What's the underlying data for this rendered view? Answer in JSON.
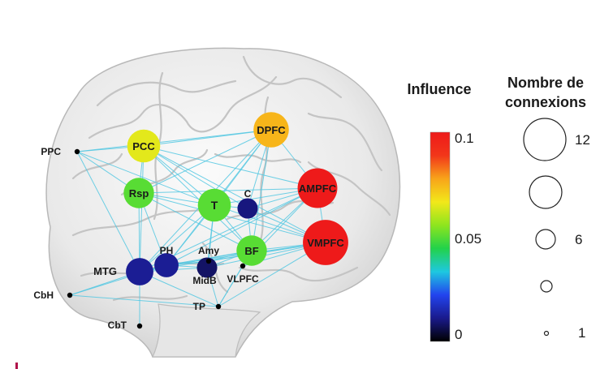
{
  "legend": {
    "influence_title": "Influence",
    "influence_ticks": [
      "0.1",
      "0.05",
      "0"
    ],
    "connections_title_line1": "Nombre de",
    "connections_title_line2": "connexions",
    "connections_ticks": [
      "12",
      "6",
      "1"
    ],
    "colormap": [
      "#000000",
      "#1a1a8c",
      "#2244ee",
      "#1ec8e0",
      "#22d24a",
      "#8ee51e",
      "#f2e81a",
      "#f8a41a",
      "#f2361a",
      "#ee1a1a"
    ]
  },
  "nodes": [
    {
      "id": "PCC",
      "label": "PCC",
      "influence": 0.065,
      "connections": 6
    },
    {
      "id": "DPFC",
      "label": "DPFC",
      "influence": 0.075,
      "connections": 7
    },
    {
      "id": "PPC",
      "label": "PPC",
      "influence": 0.0,
      "connections": 1
    },
    {
      "id": "Rsp",
      "label": "Rsp",
      "influence": 0.05,
      "connections": 5
    },
    {
      "id": "T",
      "label": "T",
      "influence": 0.05,
      "connections": 6
    },
    {
      "id": "C",
      "label": "C",
      "influence": 0.01,
      "connections": 2
    },
    {
      "id": "AMPFC",
      "label": "AMPFC",
      "influence": 0.1,
      "connections": 9
    },
    {
      "id": "VMPFC",
      "label": "VMPFC",
      "influence": 0.1,
      "connections": 12
    },
    {
      "id": "BF",
      "label": "BF",
      "influence": 0.05,
      "connections": 5
    },
    {
      "id": "PH",
      "label": "PH",
      "influence": 0.012,
      "connections": 3
    },
    {
      "id": "Amy",
      "label": "Amy",
      "influence": 0.0,
      "connections": 1
    },
    {
      "id": "MidB",
      "label": "MidB",
      "influence": 0.008,
      "connections": 2
    },
    {
      "id": "VLPFC",
      "label": "VLPFC",
      "influence": 0.0,
      "connections": 1
    },
    {
      "id": "MTG",
      "label": "MTG",
      "influence": 0.012,
      "connections": 4
    },
    {
      "id": "CbH",
      "label": "CbH",
      "influence": 0.0,
      "connections": 1
    },
    {
      "id": "TP",
      "label": "TP",
      "influence": 0.0,
      "connections": 1
    },
    {
      "id": "CbT",
      "label": "CbT",
      "influence": 0.0,
      "connections": 1
    }
  ],
  "edges": [
    [
      "PPC",
      "PCC"
    ],
    [
      "PPC",
      "Rsp"
    ],
    [
      "PPC",
      "T"
    ],
    [
      "PPC",
      "MTG"
    ],
    [
      "PPC",
      "DPFC"
    ],
    [
      "PCC",
      "DPFC"
    ],
    [
      "PCC",
      "Rsp"
    ],
    [
      "PCC",
      "T"
    ],
    [
      "PCC",
      "AMPFC"
    ],
    [
      "PCC",
      "C"
    ],
    [
      "PCC",
      "BF"
    ],
    [
      "PCC",
      "MTG"
    ],
    [
      "PCC",
      "VMPFC"
    ],
    [
      "DPFC",
      "Rsp"
    ],
    [
      "DPFC",
      "T"
    ],
    [
      "DPFC",
      "C"
    ],
    [
      "DPFC",
      "BF"
    ],
    [
      "DPFC",
      "PH"
    ],
    [
      "DPFC",
      "AMPFC"
    ],
    [
      "DPFC",
      "MTG"
    ],
    [
      "Rsp",
      "T"
    ],
    [
      "Rsp",
      "AMPFC"
    ],
    [
      "Rsp",
      "MTG"
    ],
    [
      "Rsp",
      "PH"
    ],
    [
      "Rsp",
      "BF"
    ],
    [
      "Rsp",
      "VMPFC"
    ],
    [
      "T",
      "C"
    ],
    [
      "T",
      "AMPFC"
    ],
    [
      "T",
      "VMPFC"
    ],
    [
      "T",
      "BF"
    ],
    [
      "T",
      "PH"
    ],
    [
      "T",
      "MTG"
    ],
    [
      "T",
      "Amy"
    ],
    [
      "T",
      "MidB"
    ],
    [
      "C",
      "AMPFC"
    ],
    [
      "C",
      "VMPFC"
    ],
    [
      "C",
      "BF"
    ],
    [
      "AMPFC",
      "BF"
    ],
    [
      "AMPFC",
      "VMPFC"
    ],
    [
      "AMPFC",
      "MTG"
    ],
    [
      "AMPFC",
      "PH"
    ],
    [
      "AMPFC",
      "VLPFC"
    ],
    [
      "VMPFC",
      "BF"
    ],
    [
      "VMPFC",
      "MTG"
    ],
    [
      "VMPFC",
      "PH"
    ],
    [
      "VMPFC",
      "Amy"
    ],
    [
      "VMPFC",
      "MidB"
    ],
    [
      "VMPFC",
      "VLPFC"
    ],
    [
      "VMPFC",
      "TP"
    ],
    [
      "BF",
      "PH"
    ],
    [
      "BF",
      "MTG"
    ],
    [
      "BF",
      "Amy"
    ],
    [
      "BF",
      "MidB"
    ],
    [
      "BF",
      "TP"
    ],
    [
      "PH",
      "MTG"
    ],
    [
      "PH",
      "Amy"
    ],
    [
      "PH",
      "MidB"
    ],
    [
      "PH",
      "CbH"
    ],
    [
      "MTG",
      "CbH"
    ],
    [
      "MTG",
      "TP"
    ],
    [
      "MTG",
      "MidB"
    ],
    [
      "MTG",
      "CbT"
    ],
    [
      "CbH",
      "TP"
    ],
    [
      "MidB",
      "TP"
    ],
    [
      "VLPFC",
      "TP"
    ],
    [
      "Amy",
      "MidB"
    ]
  ]
}
